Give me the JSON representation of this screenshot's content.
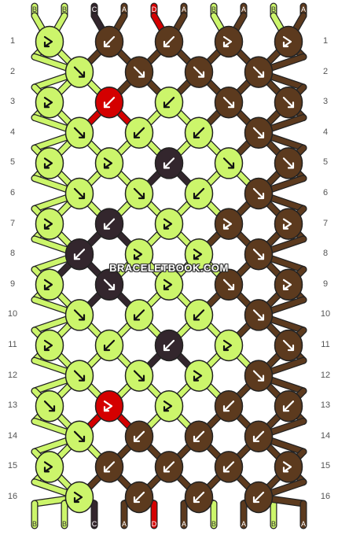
{
  "colors": {
    "A": "#5c3a1e",
    "B": "#ccf56b",
    "C": "#33262d",
    "D": "#d40000"
  },
  "strand_labels_top": [
    "B",
    "B",
    "C",
    "A",
    "D",
    "A",
    "B",
    "A",
    "B",
    "A"
  ],
  "strand_labels_bottom": [
    "B",
    "B",
    "C",
    "A",
    "D",
    "A",
    "B",
    "A",
    "B",
    "A"
  ],
  "row_numbers": [
    "1",
    "2",
    "3",
    "4",
    "5",
    "6",
    "7",
    "8",
    "9",
    "10",
    "11",
    "12",
    "13",
    "14",
    "15",
    "16"
  ],
  "watermark": "BRACELETBOOK.COM",
  "knots": [
    [
      "B",
      "A",
      "A",
      "A",
      "A"
    ],
    [
      "B",
      "A",
      "A",
      "A"
    ],
    [
      "B",
      "D",
      "B",
      "A",
      "A"
    ],
    [
      "B",
      "B",
      "B",
      "A"
    ],
    [
      "B",
      "B",
      "C",
      "B",
      "A"
    ],
    [
      "B",
      "B",
      "B",
      "A"
    ],
    [
      "B",
      "C",
      "B",
      "A",
      "A"
    ],
    [
      "C",
      "B",
      "B",
      "A"
    ],
    [
      "B",
      "C",
      "B",
      "A",
      "A"
    ],
    [
      "B",
      "B",
      "B",
      "A"
    ],
    [
      "B",
      "B",
      "C",
      "B",
      "A"
    ],
    [
      "B",
      "B",
      "B",
      "A"
    ],
    [
      "B",
      "D",
      "B",
      "A",
      "A"
    ],
    [
      "B",
      "A",
      "A",
      "A"
    ],
    [
      "B",
      "A",
      "A",
      "A",
      "A"
    ],
    [
      "B",
      "A",
      "A",
      "A"
    ]
  ],
  "arrows": [
    [
      "fr",
      "bl",
      "bl",
      "fr",
      "fr"
    ],
    [
      "f",
      "f",
      "f",
      "f"
    ],
    [
      "fr",
      "bl",
      "bl",
      "f",
      "f"
    ],
    [
      "f",
      "bl",
      "bl",
      "f"
    ],
    [
      "fr",
      "fr",
      "bl",
      "f",
      "f"
    ],
    [
      "f",
      "f",
      "bl",
      "f"
    ],
    [
      "fr",
      "bl",
      "fr",
      "fr",
      "fr"
    ],
    [
      "bl",
      "fr",
      "fr",
      "f"
    ],
    [
      "fr",
      "f",
      "fr",
      "f",
      "fr"
    ],
    [
      "f",
      "bl",
      "bl",
      "f"
    ],
    [
      "fr",
      "bl",
      "bl",
      "fr",
      "f"
    ],
    [
      "f",
      "f",
      "fr",
      "f"
    ],
    [
      "f",
      "fr",
      "fr",
      "bl",
      "bl"
    ],
    [
      "f",
      "bl",
      "bl",
      "bl"
    ],
    [
      "fr",
      "bl",
      "bl",
      "bl",
      "fr"
    ],
    [
      "fr",
      "bl",
      "bl",
      "bl"
    ]
  ]
}
